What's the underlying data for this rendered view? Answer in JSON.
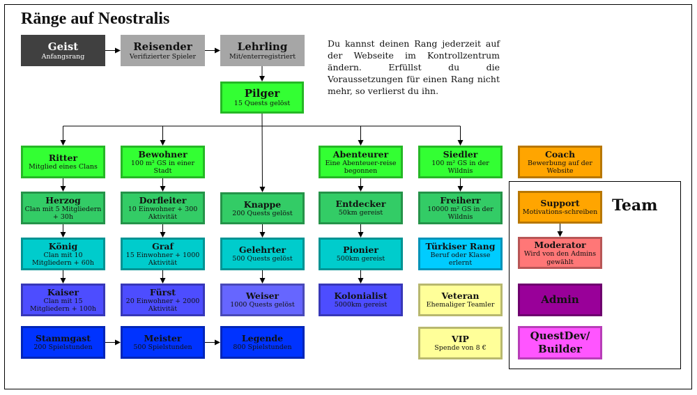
{
  "title": "Ränge auf Neostralis",
  "note": "Du kannst deinen Rang jederzeit auf der Webseite im Kontrollzentrum ändern. Erfüllst du die Voraussetzungen für einen Rang nicht mehr, so verlierst du ihn.",
  "team_label": "Team",
  "colors": {
    "dark_grey": "#404040",
    "light_grey": "#a6a6a6",
    "bright_green": "#33ff33",
    "mid_green": "#33cc66",
    "teal": "#00cccc",
    "blue_violet": "#4d4dff",
    "blue": "#0033ff",
    "light_violet": "#6666ff",
    "turquoise": "#00ccff",
    "light_yellow": "#ffff99",
    "orange": "#ffa500",
    "salmon": "#ff7777",
    "purple": "#990099",
    "magenta": "#ff55ff"
  },
  "nodes": {
    "geist": {
      "title": "Geist",
      "sub": "Anfangsrang"
    },
    "reisender": {
      "title": "Reisender",
      "sub": "Verifizierter Spieler"
    },
    "lehrling": {
      "title": "Lehrling",
      "sub": "Mit/enterregistriert"
    },
    "pilger": {
      "title": "Pilger",
      "sub": "15 Quests gelöst"
    },
    "ritter": {
      "title": "Ritter",
      "sub": "Mitglied eines Clans"
    },
    "herzog": {
      "title": "Herzog",
      "sub": "Clan mit 5 Mitgliedern + 30h"
    },
    "koenig": {
      "title": "König",
      "sub": "Clan mit 10 Mitgliedern + 60h"
    },
    "kaiser": {
      "title": "Kaiser",
      "sub": "Clan mit 15 Mitgliedern + 100h"
    },
    "stammgast": {
      "title": "Stammgast",
      "sub": "200 Spielstunden"
    },
    "bewohner": {
      "title": "Bewohner",
      "sub": "100 m² GS in einer Stadt"
    },
    "dorfleiter": {
      "title": "Dorfleiter",
      "sub": "10 Einwohner + 300 Aktivität"
    },
    "graf": {
      "title": "Graf",
      "sub": "15 Einwohner + 1000 Aktivität"
    },
    "fuerst": {
      "title": "Fürst",
      "sub": "20 Einwohner + 2000 Aktivität"
    },
    "meister": {
      "title": "Meister",
      "sub": "500 Spielstunden"
    },
    "knappe": {
      "title": "Knappe",
      "sub": "200 Quests gelöst"
    },
    "gelehrter": {
      "title": "Gelehrter",
      "sub": "500 Quests gelöst"
    },
    "weiser": {
      "title": "Weiser",
      "sub": "1000 Quests gelöst"
    },
    "legende": {
      "title": "Legende",
      "sub": "800 Spielstunden"
    },
    "abenteurer": {
      "title": "Abenteurer",
      "sub": "Eine Abenteuer-reise begonnen"
    },
    "entdecker": {
      "title": "Entdecker",
      "sub": "50km gereist"
    },
    "pionier": {
      "title": "Pionier",
      "sub": "500km gereist"
    },
    "kolonialist": {
      "title": "Kolonialist",
      "sub": "5000km gereist"
    },
    "siedler": {
      "title": "Siedler",
      "sub": "100 m² GS in der Wildnis"
    },
    "freiherr": {
      "title": "Freiherr",
      "sub": "10000 m² GS in der Wildnis"
    },
    "tuerkiser": {
      "title": "Türkiser Rang",
      "sub": "Beruf oder Klasse erlernt"
    },
    "veteran": {
      "title": "Veteran",
      "sub": "Ehemaliger Teamler"
    },
    "vip": {
      "title": "VIP",
      "sub": "Spende von 8 €"
    },
    "coach": {
      "title": "Coach",
      "sub": "Bewerbung auf der Website"
    },
    "support": {
      "title": "Support",
      "sub": "Motivations-schreiben"
    },
    "moderator": {
      "title": "Moderator",
      "sub": "Wird von den Admins gewählt"
    },
    "admin": {
      "title": "Admin",
      "sub": ""
    },
    "questdev": {
      "title": "QuestDev/ Builder",
      "sub": ""
    }
  },
  "edges": [
    [
      "geist",
      "reisender"
    ],
    [
      "reisender",
      "lehrling"
    ],
    [
      "lehrling",
      "pilger"
    ],
    [
      "pilger",
      "ritter"
    ],
    [
      "pilger",
      "bewohner"
    ],
    [
      "pilger",
      "knappe"
    ],
    [
      "pilger",
      "abenteurer"
    ],
    [
      "pilger",
      "siedler"
    ],
    [
      "ritter",
      "herzog"
    ],
    [
      "herzog",
      "koenig"
    ],
    [
      "koenig",
      "kaiser"
    ],
    [
      "bewohner",
      "dorfleiter"
    ],
    [
      "dorfleiter",
      "graf"
    ],
    [
      "graf",
      "fuerst"
    ],
    [
      "knappe",
      "gelehrter"
    ],
    [
      "gelehrter",
      "weiser"
    ],
    [
      "abenteurer",
      "entdecker"
    ],
    [
      "entdecker",
      "pionier"
    ],
    [
      "pionier",
      "kolonialist"
    ],
    [
      "siedler",
      "freiherr"
    ],
    [
      "stammgast",
      "meister"
    ],
    [
      "meister",
      "legende"
    ],
    [
      "support",
      "moderator"
    ]
  ]
}
